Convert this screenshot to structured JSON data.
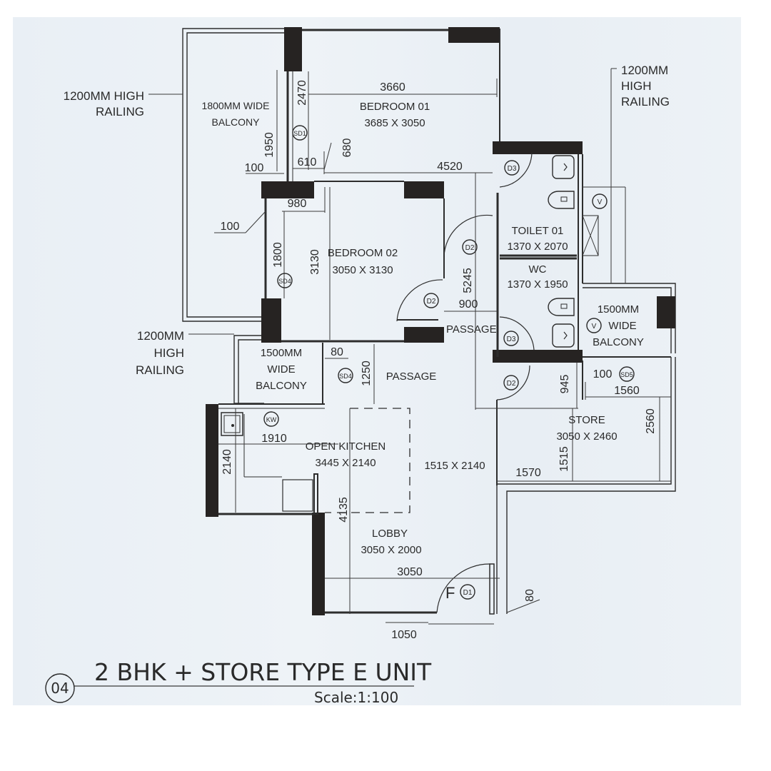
{
  "drawing": {
    "number": "04",
    "title": "2 BHK + STORE TYPE E UNIT",
    "scale": "Scale:1:100"
  },
  "callouts": {
    "railing_top_left": [
      "1200MM HIGH",
      "RAILING"
    ],
    "railing_mid_left": [
      "1200MM",
      "HIGH",
      "RAILING"
    ],
    "railing_top_right": [
      "1200MM",
      "HIGH",
      "RAILING"
    ]
  },
  "rooms": {
    "balcony_1800": {
      "name": [
        "1800MM WIDE",
        "BALCONY"
      ]
    },
    "bedroom_01": {
      "name": "BEDROOM 01",
      "size": "3685 X 3050"
    },
    "bedroom_02": {
      "name": "BEDROOM 02",
      "size": "3050 X 3130"
    },
    "toilet_01": {
      "name": "TOILET 01",
      "size": "1370 X 2070"
    },
    "wc": {
      "name": "WC",
      "size": "1370 X 1950"
    },
    "balcony_1500_right": {
      "name": [
        "1500MM",
        "WIDE",
        "BALCONY"
      ]
    },
    "balcony_1500_left": {
      "name": [
        "1500MM",
        "WIDE",
        "BALCONY"
      ]
    },
    "passage_upper": {
      "name": "PASSAGE"
    },
    "passage_lower": {
      "name": "PASSAGE"
    },
    "open_kitchen": {
      "name": "OPEN KITCHEN",
      "size": "3445 X 2140"
    },
    "dining_area": {
      "size": "1515 X 2140"
    },
    "lobby": {
      "name": "LOBBY",
      "size": "3050 X 2000"
    },
    "store": {
      "name": "STORE",
      "size": "3050 X 2460"
    }
  },
  "dimensions": {
    "d3660": "3660",
    "d2470": "2470",
    "d1950": "1950",
    "d680": "680",
    "d610": "610",
    "d100a": "100",
    "d4520": "4520",
    "d980": "980",
    "d100b": "100",
    "d1800": "1800",
    "d3130": "3130",
    "d5245": "5245",
    "d900": "900",
    "d80a": "80",
    "d1250": "1250",
    "d945": "945",
    "d100c": "100",
    "d1560": "1560",
    "d2560": "2560",
    "d1515": "1515",
    "d1570": "1570",
    "d1910": "1910",
    "d2140": "2140",
    "d4135": "4135",
    "d3050": "3050",
    "d80b": "80",
    "d1050": "1050"
  },
  "tags": {
    "sd1": "SD1",
    "sd4a": "SD4",
    "sd4b": "SD4",
    "sd5": "SD5",
    "d2a": "D2",
    "d2b": "D2",
    "d2c": "D2",
    "d3a": "D3",
    "d3b": "D3",
    "d1": "D1",
    "kw": "KW",
    "va": "V",
    "vb": "V",
    "f": "F"
  },
  "colors": {
    "sheet": "#eaf0f5",
    "wall": "#262322",
    "ink": "#2a2a2a"
  }
}
